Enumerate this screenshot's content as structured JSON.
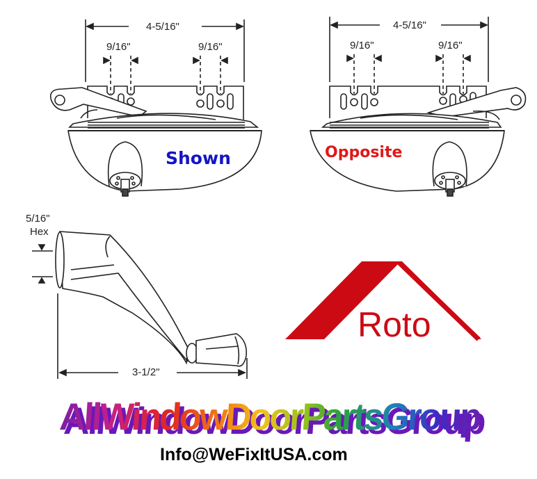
{
  "regulators": {
    "shown": {
      "label": "Shown",
      "label_color": "#1414c8",
      "overall_width": "4-5/16\"",
      "left_hole_spacing": "9/16\"",
      "right_hole_spacing": "9/16\""
    },
    "opposite": {
      "label": "Opposite",
      "label_color": "#e01818",
      "overall_width": "4-5/16\"",
      "left_hole_spacing": "9/16\"",
      "right_hole_spacing": "9/16\""
    }
  },
  "crank_handle": {
    "hex_size": "5/16\"",
    "hex_label": "Hex",
    "length": "3-1/2\""
  },
  "logo": {
    "text": "Roto",
    "color": "#cc0a14"
  },
  "footer": {
    "brand": "AllWindowDoorPartsGroup",
    "email": "Info@WeFixItUSA.com"
  }
}
